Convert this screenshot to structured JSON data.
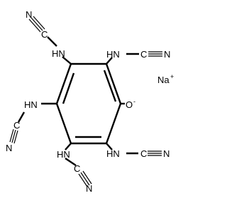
{
  "molecule": {
    "amine_label": "HN",
    "carbon_label": "C",
    "nitrogen_label": "N",
    "oxygen_label": "O",
    "oxygen_charge": "-",
    "sodium_label": "Na",
    "sodium_charge": "+"
  }
}
